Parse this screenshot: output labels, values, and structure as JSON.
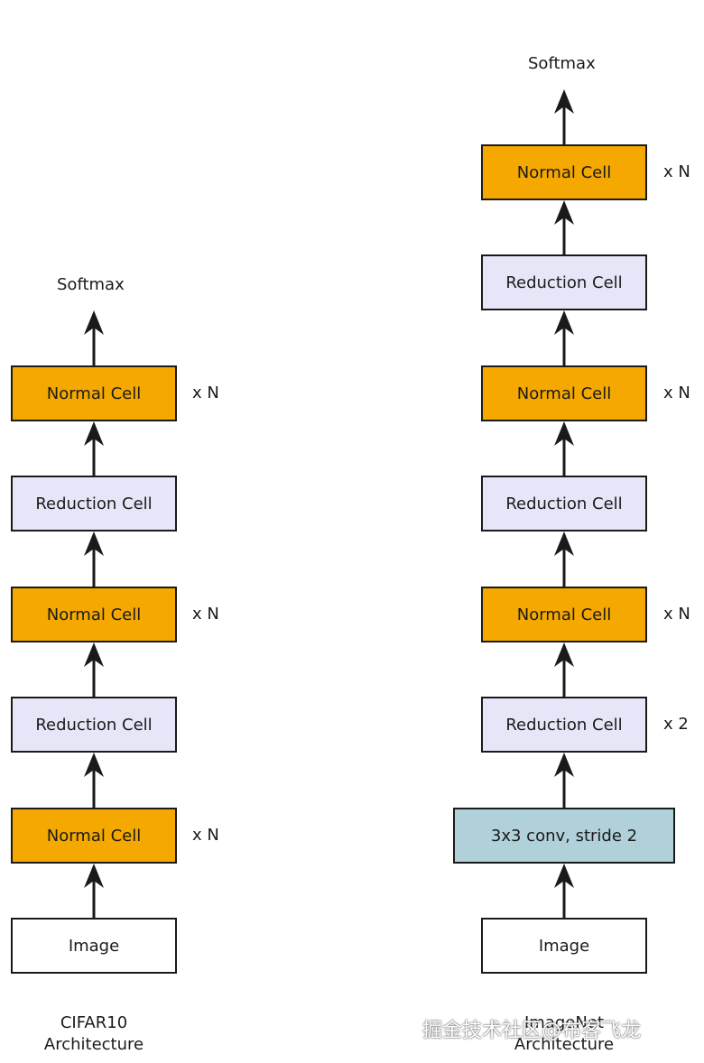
{
  "cifar": {
    "softmax": "Softmax",
    "cells": [
      "Normal Cell",
      "Reduction Cell",
      "Normal Cell",
      "Reduction Cell",
      "Normal Cell"
    ],
    "input": "Image",
    "repeat": [
      "x N",
      "x N",
      "x N"
    ],
    "caption_line1": "CIFAR10",
    "caption_line2": "Architecture"
  },
  "imagenet": {
    "softmax": "Softmax",
    "cells": [
      "Normal Cell",
      "Reduction Cell",
      "Normal Cell",
      "Reduction Cell",
      "Normal Cell",
      "Reduction Cell"
    ],
    "stem": "3x3 conv, stride 2",
    "input": "Image",
    "repeat": [
      "x N",
      "x N",
      "x N",
      "x 2"
    ],
    "caption_line1": "ImageNet",
    "caption_line2": "Architecture"
  },
  "watermark": "掘金技术社区@布客飞龙",
  "colors": {
    "normal": "#f5a800",
    "reduction": "#e6e6f8",
    "conv": "#b0d0da",
    "image": "#ffffff"
  }
}
